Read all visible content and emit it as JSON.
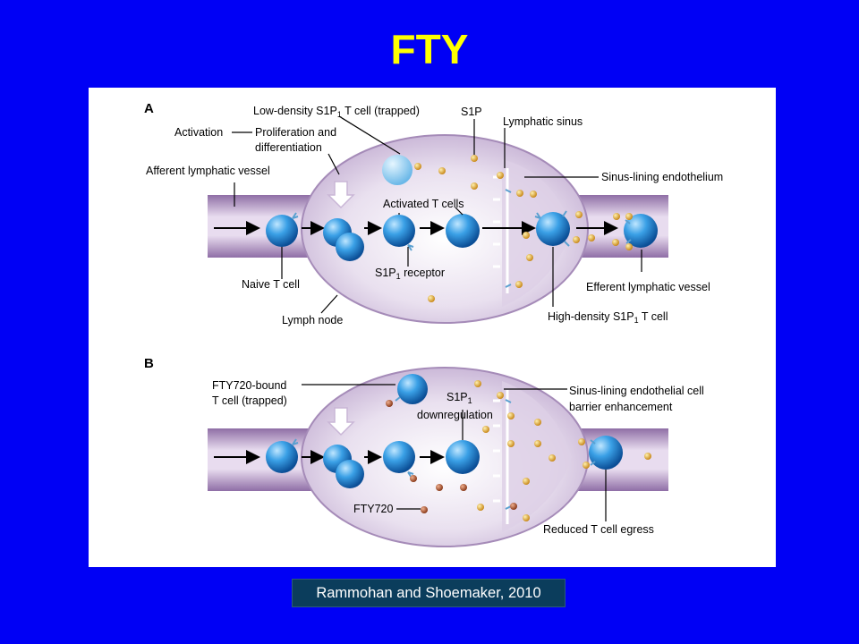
{
  "slide": {
    "title": "FTY",
    "citation": "Rammohan and Shoemaker, 2010"
  },
  "colors": {
    "background": "#0000f5",
    "title": "#ffff00",
    "citation_box": "#0b3d5c",
    "node": "#c9b6d6",
    "vessel": "#b9a0c6",
    "cell": "#2a8fd6",
    "s1p": "#e8b43a",
    "fty720": "#a0522d"
  },
  "panel_a": {
    "label": "A",
    "low_density_pre": "Low-density S1P",
    "low_density_sub": "1",
    "low_density_post": " T cell (trapped)",
    "s1p": "S1P",
    "lymphatic_sinus": "Lymphatic sinus",
    "activation": "Activation",
    "proliferation_line1": "Proliferation and",
    "proliferation_line2": "differentiation",
    "afferent": "Afferent lymphatic vessel",
    "sinus_lining": "Sinus-lining endothelium",
    "activated": "Activated T cells",
    "naive": "Naive T cell",
    "receptor_pre": "S1P",
    "receptor_sub": "1",
    "receptor_post": " receptor",
    "efferent": "Efferent lymphatic vessel",
    "lymph_node": "Lymph node",
    "high_density_pre": "High-density S1P",
    "high_density_sub": "1",
    "high_density_post": " T cell"
  },
  "panel_b": {
    "label": "B",
    "fty_bound_line1": "FTY720-bound",
    "fty_bound_line2": "T cell (trapped)",
    "s1p_pre": "S1P",
    "s1p_sub": "1",
    "downregulation": "downregulation",
    "sinus_lining_line1": "Sinus-lining endothelial cell",
    "sinus_lining_line2": "barrier enhancement",
    "fty720": "FTY720",
    "reduced": "Reduced T cell egress"
  }
}
